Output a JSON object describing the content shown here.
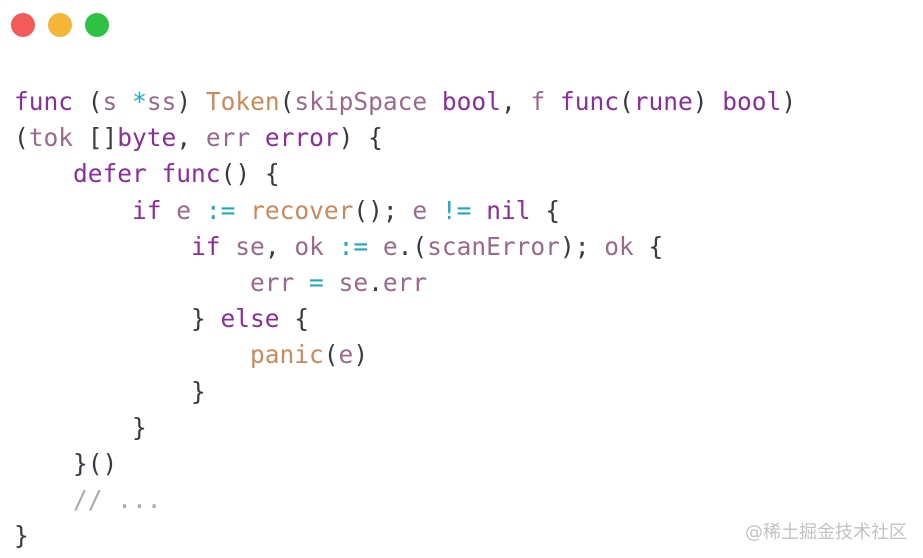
{
  "window": {
    "controls": {
      "close_color": "#f35a5a",
      "minimize_color": "#f5b536",
      "maximize_color": "#2dc243"
    }
  },
  "code": {
    "lines": [
      [
        {
          "t": "func",
          "c": "kw"
        },
        {
          "t": " (",
          "c": "pl"
        },
        {
          "t": "s",
          "c": "id"
        },
        {
          "t": " ",
          "c": "pl"
        },
        {
          "t": "*",
          "c": "op"
        },
        {
          "t": "ss",
          "c": "id"
        },
        {
          "t": ") ",
          "c": "pl"
        },
        {
          "t": "Token",
          "c": "fn"
        },
        {
          "t": "(",
          "c": "pl"
        },
        {
          "t": "skipSpace",
          "c": "id"
        },
        {
          "t": " ",
          "c": "pl"
        },
        {
          "t": "bool",
          "c": "kw"
        },
        {
          "t": ", ",
          "c": "pl"
        },
        {
          "t": "f",
          "c": "id"
        },
        {
          "t": " ",
          "c": "pl"
        },
        {
          "t": "func",
          "c": "kw"
        },
        {
          "t": "(",
          "c": "pl"
        },
        {
          "t": "rune",
          "c": "kw"
        },
        {
          "t": ") ",
          "c": "pl"
        },
        {
          "t": "bool",
          "c": "kw"
        },
        {
          "t": ")",
          "c": "pl"
        }
      ],
      [
        {
          "t": "(",
          "c": "pl"
        },
        {
          "t": "tok",
          "c": "id"
        },
        {
          "t": " []",
          "c": "pl"
        },
        {
          "t": "byte",
          "c": "kw"
        },
        {
          "t": ", ",
          "c": "pl"
        },
        {
          "t": "err",
          "c": "id"
        },
        {
          "t": " ",
          "c": "pl"
        },
        {
          "t": "error",
          "c": "kw"
        },
        {
          "t": ") {",
          "c": "pl"
        }
      ],
      [
        {
          "t": "    ",
          "c": "pl"
        },
        {
          "t": "defer",
          "c": "kw"
        },
        {
          "t": " ",
          "c": "pl"
        },
        {
          "t": "func",
          "c": "kw"
        },
        {
          "t": "() {",
          "c": "pl"
        }
      ],
      [
        {
          "t": "        ",
          "c": "pl"
        },
        {
          "t": "if",
          "c": "kw"
        },
        {
          "t": " ",
          "c": "pl"
        },
        {
          "t": "e",
          "c": "id"
        },
        {
          "t": " ",
          "c": "pl"
        },
        {
          "t": ":=",
          "c": "op"
        },
        {
          "t": " ",
          "c": "pl"
        },
        {
          "t": "recover",
          "c": "fn"
        },
        {
          "t": "(); ",
          "c": "pl"
        },
        {
          "t": "e",
          "c": "id"
        },
        {
          "t": " ",
          "c": "pl"
        },
        {
          "t": "!=",
          "c": "op"
        },
        {
          "t": " ",
          "c": "pl"
        },
        {
          "t": "nil",
          "c": "kw"
        },
        {
          "t": " {",
          "c": "pl"
        }
      ],
      [
        {
          "t": "            ",
          "c": "pl"
        },
        {
          "t": "if",
          "c": "kw"
        },
        {
          "t": " ",
          "c": "pl"
        },
        {
          "t": "se",
          "c": "id"
        },
        {
          "t": ", ",
          "c": "pl"
        },
        {
          "t": "ok",
          "c": "id"
        },
        {
          "t": " ",
          "c": "pl"
        },
        {
          "t": ":=",
          "c": "op"
        },
        {
          "t": " ",
          "c": "pl"
        },
        {
          "t": "e",
          "c": "id"
        },
        {
          "t": ".(",
          "c": "pl"
        },
        {
          "t": "scanError",
          "c": "id"
        },
        {
          "t": "); ",
          "c": "pl"
        },
        {
          "t": "ok",
          "c": "id"
        },
        {
          "t": " {",
          "c": "pl"
        }
      ],
      [
        {
          "t": "                ",
          "c": "pl"
        },
        {
          "t": "err",
          "c": "id"
        },
        {
          "t": " ",
          "c": "pl"
        },
        {
          "t": "=",
          "c": "op"
        },
        {
          "t": " ",
          "c": "pl"
        },
        {
          "t": "se",
          "c": "id"
        },
        {
          "t": ".",
          "c": "pl"
        },
        {
          "t": "err",
          "c": "id"
        }
      ],
      [
        {
          "t": "            } ",
          "c": "pl"
        },
        {
          "t": "else",
          "c": "kw"
        },
        {
          "t": " {",
          "c": "pl"
        }
      ],
      [
        {
          "t": "                ",
          "c": "pl"
        },
        {
          "t": "panic",
          "c": "fn"
        },
        {
          "t": "(",
          "c": "pl"
        },
        {
          "t": "e",
          "c": "id"
        },
        {
          "t": ")",
          "c": "pl"
        }
      ],
      [
        {
          "t": "            }",
          "c": "pl"
        }
      ],
      [
        {
          "t": "        }",
          "c": "pl"
        }
      ],
      [
        {
          "t": "    }()",
          "c": "pl"
        }
      ],
      [
        {
          "t": "    ",
          "c": "pl"
        },
        {
          "t": "// ...",
          "c": "cm"
        }
      ],
      [
        {
          "t": "}",
          "c": "pl"
        }
      ]
    ]
  },
  "watermark": "@稀土掘金技术社区"
}
